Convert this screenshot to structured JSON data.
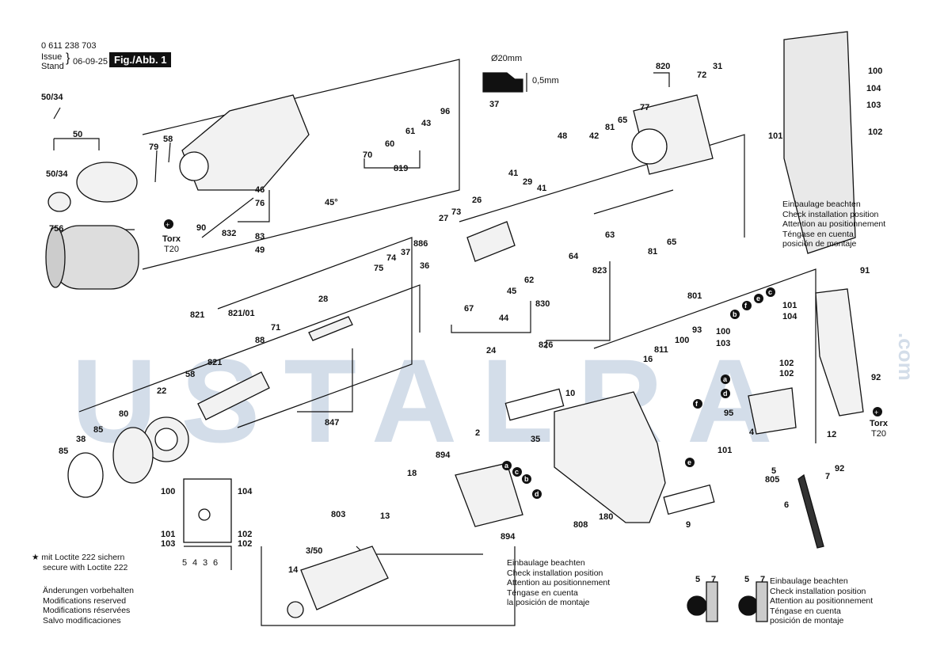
{
  "header": {
    "part_number": "0 611 238 703",
    "issue_label_1": "Issue",
    "issue_label_2": "Stand",
    "issue_date": "06-09-25",
    "figure": "Fig./Abb. 1"
  },
  "watermark": {
    "text": "USTALRA",
    "suffix": ".com"
  },
  "gauge": {
    "diameter": "Ø20mm",
    "gap": "0,5mm",
    "part": "37"
  },
  "torx_left": {
    "name": "Torx",
    "size": "T20"
  },
  "torx_right": {
    "name": "Torx",
    "size": "T20"
  },
  "install_notes": {
    "top_right": [
      "Einbaulage beachten",
      "Check installation position",
      "Attention au positionnement",
      "Téngase en cuenta",
      "posición de montaje"
    ],
    "center": [
      "Einbaulage beachten",
      "Check installation position",
      "Attention au positionnement",
      "Téngase en cuenta",
      "la posición de montaje"
    ],
    "bottom_right": [
      "Einbaulage beachten",
      "Check installation position",
      "Attention au positionnement",
      "Téngase en cuenta",
      "posición de montaje"
    ]
  },
  "loctite_note": [
    "★ mit Loctite 222 sichern",
    "secure with Loctite 222"
  ],
  "changes_note": [
    "Änderungen vorbehalten",
    "Modifications reserved",
    "Modifications réservées",
    "Salvo modificaciones"
  ],
  "wiring_terms": [
    "5",
    "4",
    "3",
    "6"
  ],
  "wiring_letters": [
    "a",
    "b",
    "c",
    "d",
    "e",
    "f"
  ],
  "part_labels": [
    {
      "id": "p50_34a",
      "text": "50/34"
    },
    {
      "id": "p50",
      "text": "50"
    },
    {
      "id": "p50_34b",
      "text": "50/34"
    },
    {
      "id": "p756",
      "text": "756"
    },
    {
      "id": "p79",
      "text": "79"
    },
    {
      "id": "p58a",
      "text": "58"
    },
    {
      "id": "p90",
      "text": "90"
    },
    {
      "id": "p46",
      "text": "46"
    },
    {
      "id": "p76",
      "text": "76"
    },
    {
      "id": "p832",
      "text": "832"
    },
    {
      "id": "p83",
      "text": "83"
    },
    {
      "id": "p49",
      "text": "49"
    },
    {
      "id": "p45deg",
      "text": "45°"
    },
    {
      "id": "p70",
      "text": "70"
    },
    {
      "id": "p60",
      "text": "60"
    },
    {
      "id": "p61",
      "text": "61"
    },
    {
      "id": "p43",
      "text": "43"
    },
    {
      "id": "p96",
      "text": "96"
    },
    {
      "id": "p819",
      "text": "819"
    },
    {
      "id": "p48",
      "text": "48"
    },
    {
      "id": "p42",
      "text": "42"
    },
    {
      "id": "p81a",
      "text": "81"
    },
    {
      "id": "p65a",
      "text": "65"
    },
    {
      "id": "p77",
      "text": "77"
    },
    {
      "id": "p820",
      "text": "820"
    },
    {
      "id": "p72",
      "text": "72"
    },
    {
      "id": "p31",
      "text": "31"
    },
    {
      "id": "p81b",
      "text": "81"
    },
    {
      "id": "p65b",
      "text": "65"
    },
    {
      "id": "p41a",
      "text": "41"
    },
    {
      "id": "p29",
      "text": "29"
    },
    {
      "id": "p41b",
      "text": "41"
    },
    {
      "id": "p26",
      "text": "26"
    },
    {
      "id": "p27",
      "text": "27"
    },
    {
      "id": "p73",
      "text": "73"
    },
    {
      "id": "p64",
      "text": "64"
    },
    {
      "id": "p63",
      "text": "63"
    },
    {
      "id": "p823",
      "text": "823"
    },
    {
      "id": "p886",
      "text": "886"
    },
    {
      "id": "p74",
      "text": "74"
    },
    {
      "id": "p37b",
      "text": "37"
    },
    {
      "id": "p36",
      "text": "36"
    },
    {
      "id": "p75",
      "text": "75"
    },
    {
      "id": "p62",
      "text": "62"
    },
    {
      "id": "p45",
      "text": "45"
    },
    {
      "id": "p830",
      "text": "830"
    },
    {
      "id": "p67",
      "text": "67"
    },
    {
      "id": "p44",
      "text": "44"
    },
    {
      "id": "p24",
      "text": "24"
    },
    {
      "id": "p826",
      "text": "826"
    },
    {
      "id": "p821_01",
      "text": "821/01"
    },
    {
      "id": "p71",
      "text": "71"
    },
    {
      "id": "p28",
      "text": "28"
    },
    {
      "id": "p88",
      "text": "88"
    },
    {
      "id": "p821a",
      "text": "821"
    },
    {
      "id": "p821b",
      "text": "821"
    },
    {
      "id": "p58b",
      "text": "58"
    },
    {
      "id": "p22",
      "text": "22"
    },
    {
      "id": "p847",
      "text": "847"
    },
    {
      "id": "p80",
      "text": "80"
    },
    {
      "id": "p85a",
      "text": "85"
    },
    {
      "id": "p38",
      "text": "38"
    },
    {
      "id": "p85b",
      "text": "85"
    },
    {
      "id": "p100a",
      "text": "100"
    },
    {
      "id": "p104a",
      "text": "104"
    },
    {
      "id": "p101a",
      "text": "101"
    },
    {
      "id": "p103a",
      "text": "103"
    },
    {
      "id": "p102a",
      "text": "102"
    },
    {
      "id": "p102b",
      "text": "102"
    },
    {
      "id": "p803",
      "text": "803"
    },
    {
      "id": "p3_50",
      "text": "3/50"
    },
    {
      "id": "p14",
      "text": "14"
    },
    {
      "id": "p13",
      "text": "13"
    },
    {
      "id": "p18",
      "text": "18"
    },
    {
      "id": "p894a",
      "text": "894"
    },
    {
      "id": "p2",
      "text": "2"
    },
    {
      "id": "p894b",
      "text": "894"
    },
    {
      "id": "p35",
      "text": "35"
    },
    {
      "id": "p10",
      "text": "10"
    },
    {
      "id": "p808",
      "text": "808"
    },
    {
      "id": "p180",
      "text": "180"
    },
    {
      "id": "p9",
      "text": "9"
    },
    {
      "id": "p801",
      "text": "801"
    },
    {
      "id": "p811",
      "text": "811"
    },
    {
      "id": "p16",
      "text": "16"
    },
    {
      "id": "p100b",
      "text": "100"
    },
    {
      "id": "p93",
      "text": "93"
    },
    {
      "id": "p100c",
      "text": "100"
    },
    {
      "id": "p103b",
      "text": "103"
    },
    {
      "id": "p101b",
      "text": "101"
    },
    {
      "id": "p104b",
      "text": "104"
    },
    {
      "id": "p102c",
      "text": "102"
    },
    {
      "id": "p102d",
      "text": "102"
    },
    {
      "id": "p95",
      "text": "95"
    },
    {
      "id": "p4",
      "text": "4"
    },
    {
      "id": "p12",
      "text": "12"
    },
    {
      "id": "p101c",
      "text": "101"
    },
    {
      "id": "p5",
      "text": "5"
    },
    {
      "id": "p805",
      "text": "805"
    },
    {
      "id": "p7a",
      "text": "7"
    },
    {
      "id": "p92a",
      "text": "92"
    },
    {
      "id": "p6",
      "text": "6"
    },
    {
      "id": "p91",
      "text": "91"
    },
    {
      "id": "p92b",
      "text": "92"
    },
    {
      "id": "p100d",
      "text": "100"
    },
    {
      "id": "p104c",
      "text": "104"
    },
    {
      "id": "p103c",
      "text": "103"
    },
    {
      "id": "p101d",
      "text": "101"
    },
    {
      "id": "p102e",
      "text": "102"
    },
    {
      "id": "p5b",
      "text": "5"
    },
    {
      "id": "p7b",
      "text": "7"
    },
    {
      "id": "p5c",
      "text": "5"
    },
    {
      "id": "p7c",
      "text": "7"
    }
  ]
}
